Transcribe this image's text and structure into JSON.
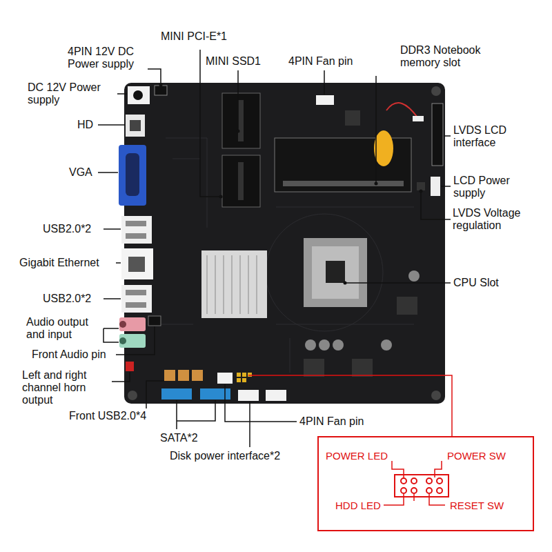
{
  "diagram": {
    "nodes": [
      {
        "text": [
          "POWER LED",
          "POWER SW",
          "HDD LED",
          "RESET SW"
        ]
      }
    ],
    "labels": [
      "4PIN 12V DC Power supply",
      "MINI PCI-E*1",
      "MINI SSD1",
      "4PIN Fan pin",
      "DDR3 Notebook memory slot",
      "DC 12V Power supply",
      "HD",
      "LVDS LCD interface",
      "VGA",
      "LCD Power supply",
      "LVDS Voltage regulation",
      "USB2.0*2",
      "Gigabit Ethernet",
      "CPU Slot",
      "USB2.0*2",
      "Audio output and input",
      "Front Audio pin",
      "Left and right channel horn output",
      "Front USB2.0*4",
      "4PIN Fan pin",
      "SATA*2",
      "Disk power interface*2"
    ]
  }
}
